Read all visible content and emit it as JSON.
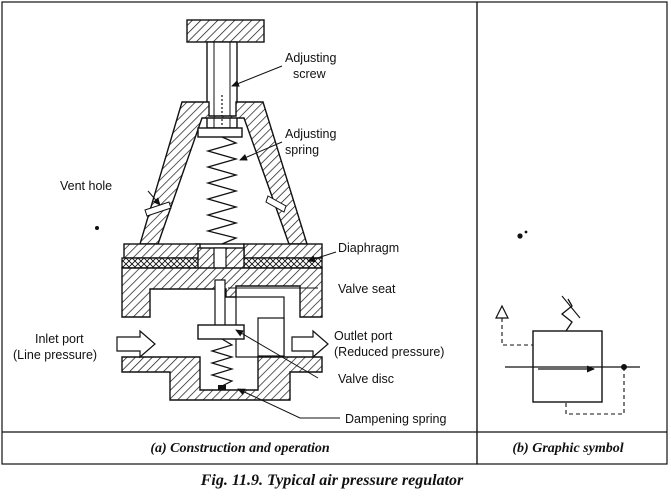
{
  "labels": {
    "adjusting_screw": [
      "Adjusting",
      "screw"
    ],
    "adjusting_spring": [
      "Adjusting",
      "spring"
    ],
    "vent_hole": "Vent hole",
    "diaphragm": "Diaphragm",
    "valve_seat": "Valve seat",
    "inlet_port": [
      "Inlet port",
      "(Line pressure)"
    ],
    "outlet_port": [
      "Outlet port",
      "(Reduced pressure)"
    ],
    "valve_disc": "Valve disc",
    "dampening_spring": "Dampening spring"
  },
  "captions": {
    "construction": "(a) Construction and operation",
    "symbol": "(b) Graphic symbol",
    "figure": "Fig. 11.9. Typical air pressure regulator"
  }
}
